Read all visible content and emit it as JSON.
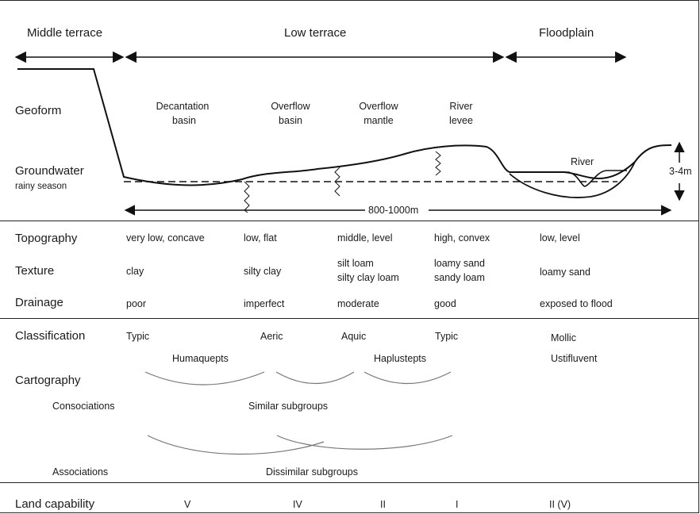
{
  "zones": {
    "middle_terrace": "Middle terrace",
    "low_terrace": "Low terrace",
    "floodplain": "Floodplain"
  },
  "profile": {
    "geoform_label": "Geoform",
    "groundwater_label": "Groundwater",
    "groundwater_sub": "rainy season",
    "geoforms": [
      {
        "line1": "Decantation",
        "line2": "basin"
      },
      {
        "line1": "Overflow",
        "line2": "basin"
      },
      {
        "line1": "Overflow",
        "line2": "mantle"
      },
      {
        "line1": "River",
        "line2": "levee"
      }
    ],
    "river_label": "River",
    "depth_label": "3-4m",
    "distance_label": "800-1000m"
  },
  "rows": {
    "topography": {
      "label": "Topography",
      "values": [
        "very low, concave",
        "low, flat",
        "middle, level",
        "high, convex",
        "low, level"
      ]
    },
    "texture": {
      "label": "Texture",
      "values": [
        [
          "clay"
        ],
        [
          "silty clay"
        ],
        [
          "silt loam",
          "silty clay loam"
        ],
        [
          "loamy sand",
          "sandy loam"
        ],
        [
          "loamy sand"
        ]
      ]
    },
    "drainage": {
      "label": "Drainage",
      "values": [
        "poor",
        "imperfect",
        "moderate",
        "good",
        "exposed to flood"
      ]
    }
  },
  "classification": {
    "label": "Classification",
    "subgroups": [
      "Typic",
      "Aeric",
      "Aquic",
      "Typic",
      "Mollic"
    ],
    "great_groups": [
      "Humaquepts",
      "Haplustepts",
      "Ustifluvent"
    ],
    "cartography_label": "Cartography",
    "consociations_label": "Consociations",
    "similar_label": "Similar subgroups",
    "associations_label": "Associations",
    "dissimilar_label": "Dissimilar subgroups"
  },
  "land_capability": {
    "label": "Land capability",
    "classes": [
      "V",
      "IV",
      "II",
      "I",
      "II (V)"
    ]
  }
}
